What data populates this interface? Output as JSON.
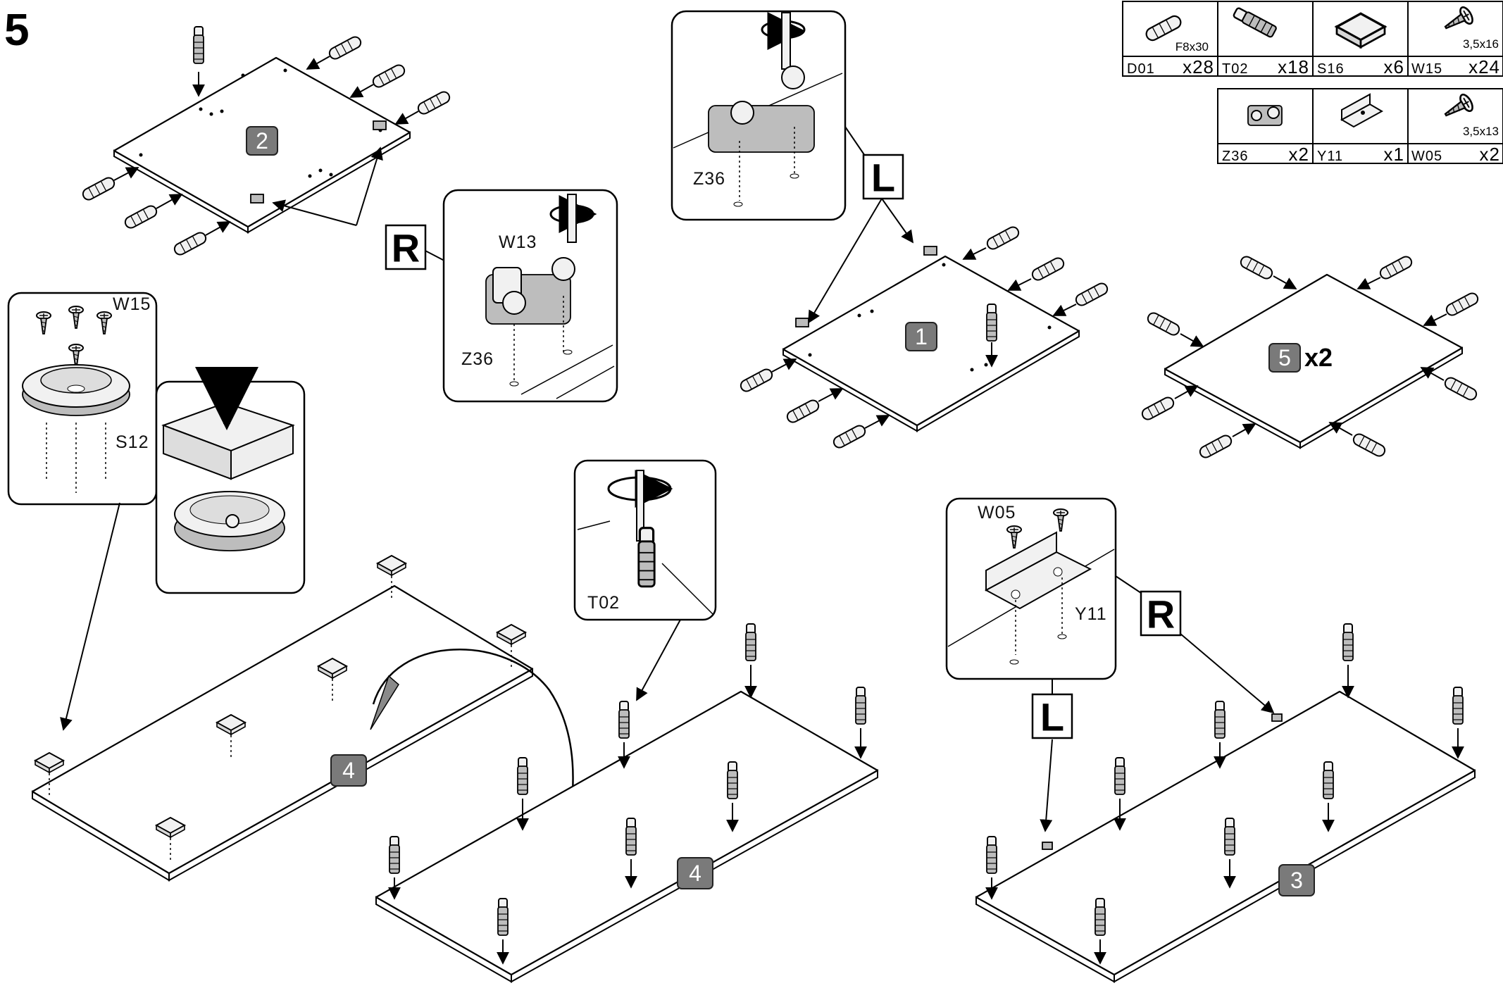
{
  "step_number": "5",
  "parts_table": {
    "row1": [
      {
        "code": "D01",
        "qty": "x28",
        "size": "F8x30",
        "icon": "wooden-dowel-icon"
      },
      {
        "code": "T02",
        "qty": "x18",
        "size": "",
        "icon": "cam-bolt-icon"
      },
      {
        "code": "S16",
        "qty": "x6",
        "size": "",
        "icon": "furniture-foot-pad-icon"
      },
      {
        "code": "W15",
        "qty": "x24",
        "size": "3,5x16",
        "icon": "wood-screw-icon"
      }
    ],
    "row2": [
      {
        "code": "Z36",
        "qty": "x2",
        "size": "",
        "icon": "hinge-mounting-plate-icon"
      },
      {
        "code": "Y11",
        "qty": "x1",
        "size": "",
        "icon": "angle-bracket-icon"
      },
      {
        "code": "W05",
        "qty": "x2",
        "size": "3,5x13",
        "icon": "wood-screw-icon"
      }
    ]
  },
  "panel_badges": {
    "panel_1": "1",
    "panel_2": "2",
    "panel_3": "3",
    "panel_4_top": "4",
    "panel_4_bottom": "4",
    "panel_5": "5",
    "panel_5_qty": "x2"
  },
  "side_markers": {
    "right_top": "R",
    "left_top": "L",
    "right_bottom": "R",
    "left_bottom": "L"
  },
  "detail_labels": {
    "z36_top": "Z36",
    "w13": "W13",
    "z36_mid": "Z36",
    "w15": "W15",
    "s12": "S12",
    "t02": "T02",
    "w05": "W05",
    "y11": "Y11"
  }
}
